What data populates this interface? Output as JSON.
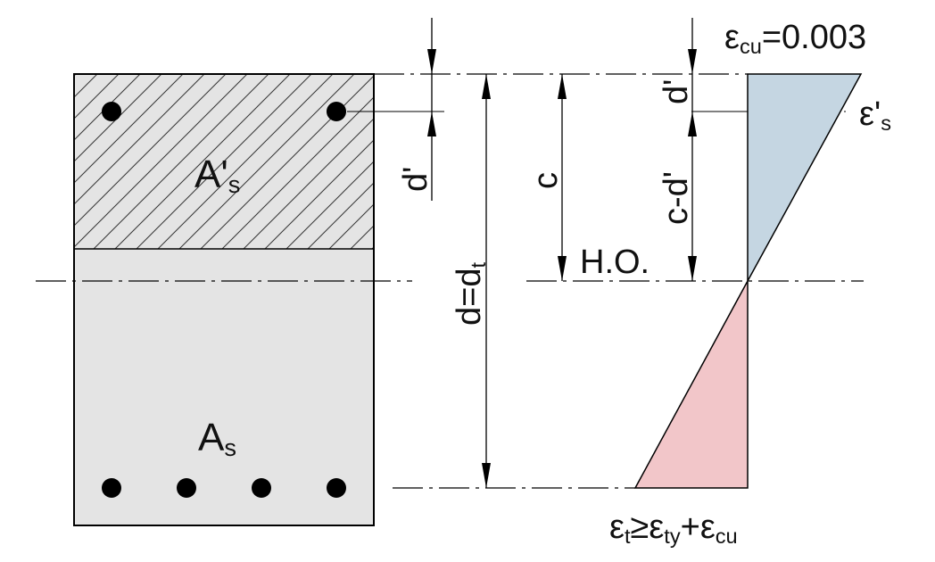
{
  "labels": {
    "compression_steel": "A'",
    "compression_steel_sub": "s",
    "tension_steel": "A",
    "tension_steel_sub": "s",
    "cover_depth_left": "d'",
    "neutral_axis_depth": "c",
    "effective_depth": "d=d",
    "effective_depth_sub": "t",
    "neutral_axis": "H.O.",
    "cover_depth_right": "d'",
    "c_minus_d": "c-d'",
    "ecu": "ε",
    "ecu_sub": "cu",
    "ecu_value": "=0.003",
    "es_prime": "ε'",
    "es_prime_sub": "s",
    "et_main": "ε",
    "et_sub": "t",
    "et_ge": "≥ε",
    "ety_sub": "ty",
    "et_plus": "+ε",
    "ecu_sub2": "cu"
  },
  "colors": {
    "section_fill": "#e4e4e4",
    "compression_strain": "#c5d6e2",
    "tension_strain": "#f2c6c9",
    "outline": "#000000"
  },
  "counts": {
    "top_bars": 2,
    "bottom_bars": 4
  }
}
